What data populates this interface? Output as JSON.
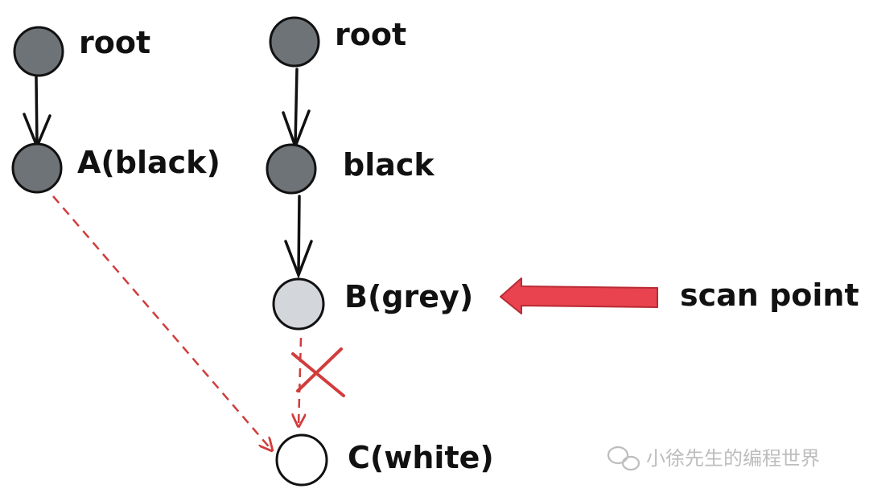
{
  "diagram": {
    "left_tree": {
      "root_label": "root",
      "a_label": "A(black)",
      "c_label": "C(white)"
    },
    "right_tree": {
      "root_label": "root",
      "black_label": "black",
      "b_label": "B(grey)"
    },
    "scan_label": "scan point"
  },
  "colors": {
    "black_node": "#6e7378",
    "grey_node": "#d3d6db",
    "white_node": "#ffffff",
    "red": "#e8434f",
    "dashed_red": "#d23c3c",
    "ink": "#111111"
  },
  "watermark": {
    "text": "小徐先生的编程世界",
    "icon": "wechat-icon"
  }
}
